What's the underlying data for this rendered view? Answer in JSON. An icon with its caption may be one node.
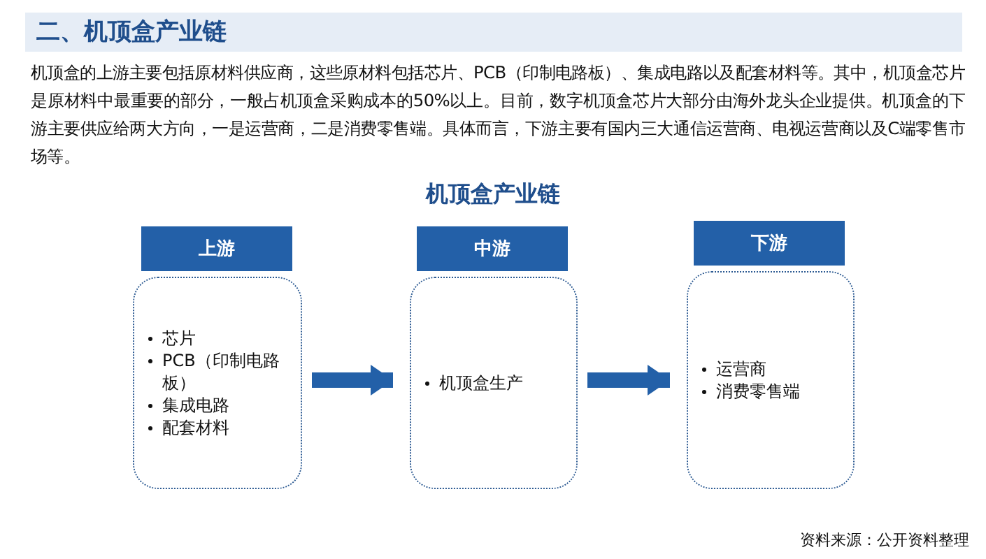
{
  "diagram": {
    "title": "二、机顶盒产业链",
    "nodes": [
      {
        "text": [
          "上游"
        ]
      },
      {
        "text": [
          "芯片",
          "PCB（印制电路板）",
          "集成电路",
          "配套材料"
        ]
      },
      {
        "text": [
          "中游"
        ]
      },
      {
        "text": [
          "机顶盒生产"
        ]
      },
      {
        "text": [
          "下游"
        ]
      },
      {
        "text": [
          "运营商",
          "消费零售端"
        ]
      }
    ],
    "edges": [
      {
        "from": 1,
        "to": 3,
        "arrow": "to"
      },
      {
        "from": 3,
        "to": 5,
        "arrow": "to"
      }
    ],
    "labels": [
      "机顶盒的上游主要包括原材料供应商，这些原材料包括芯片、PCB（印制电路板）、集成电路以及配套材料等。其中，机顶盒芯片是原材料中最重要的部分，一般占机顶盒采购成本的50%以上。目前，数字机顶盒芯片大部分由海外龙头企业提供。机顶盒的下游主要供应给两大方向，一是运营商，二是消费零售端。具体而言，下游主要有国内三大通信运营商、电视运营商以及C端零售市场等。",
      "机顶盒产业链",
      "资料来源：公开资料整理"
    ]
  }
}
